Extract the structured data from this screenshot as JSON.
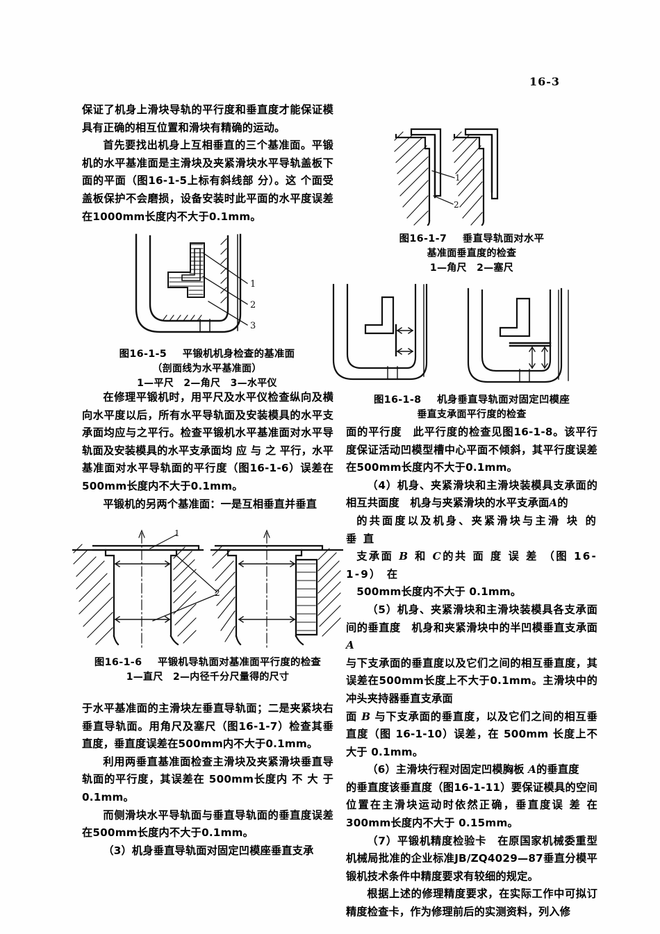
{
  "page": {
    "number": "16-3"
  },
  "left_column": {
    "paragraphs": [
      "保证了机身上滑块导轨的平行度和垂直度才能保证模具有正确的相互位置和滑块有精确的运动。",
      "首先要找出机身上互相垂直的三个基准面。平锻机的水平基准面是主滑块及夹紧滑块水平导轨盖板下面的平面（图16-1-5上标有斜线部 分）。这 个面受盖板保护不会磨损，设备安装时此平面的水平度误差在1000mm长度内不大于0.1mm。"
    ],
    "paragraphs2": [
      "在修理平锻机时，用平尺及水平仪检查纵向及横向水平度以后，所有水平导轨面及安装模具的水平支承面均应与之平行。检查平锻机水平基准面对水平导轨面及安装模具的水平支承面均 应 与 之 平行，水平基准面对水平导轨面的平行度（图16-1-6）误差在500mm长度内不大于0.1mm。",
      "平锻机的另两个基准面：一是互相垂直并垂直"
    ],
    "paragraphs3": [
      "于水平基准面的主滑块左垂直导轨面；二是夹紧块右垂直导轨面。用角尺及塞尺（图16-1-7）检查其垂直度，垂直度误差在500mm内不大于0.1mm。",
      "利用两垂直基准面检查主滑块及夹紧滑块垂直导轨面的平行度，其误差在 500mm长度内 不 大 于0.1mm。",
      "而侧滑块水平导轨面与垂直导轨面的垂直度误差在500mm长度内不大于0.1mm。",
      "（3）机身垂直导轨面对固定凹模座垂直支承"
    ]
  },
  "right_column": {
    "paragraphs": [
      "面的平行度　此平行度的检查见图16-1-8。该平行度保证活动凹模型槽中心平面不倾斜，其平行度误差在500mm长度内不大于0.1mm。",
      "（4）机身、夹紧滑块和主滑块装模具支承面的相互共面度　机身与夹紧滑块的水平支承面",
      "的共面度以及机身、夹紧滑块与主滑 块 的 垂 直",
      "和",
      "的共 面 度 误 差 （图 16-1-9） 在",
      "500mm长度内不大于 0.1mm。",
      "（5）机身、夹紧滑块和主滑块装模具各支承面间的垂直度　机身和夹紧滑块中的半凹模垂直支承面",
      "与下支承面的垂直度以及它们之间的相互垂直度，其误差在500mm长度上不大于0.1mm。主滑块中的冲头夹持器垂直支承面",
      "与下支承面的垂直度，以及它们之间的相互垂直度（图 16-1-10）误差，在 500mm 长度上不大于 0.1mm。",
      "（6）主滑块行程对固定凹模胸板",
      "的垂直度该垂直度（图16-1-11）要保证模具的空间位置在主滑块运动时依然正确，垂直度误 差 在 300mm长度内不大于 0.15mm。",
      "（7）平锻机精度检验卡　在原国家机械委重型机械局批准的企业标准JB/ZQ4029—87垂直分模平锻机技术条件中精度要求有较细的规定。",
      "根据上述的修理精度要求，在实际工作中可拟订精度检查卡，作为修理前后的实测资料，列入修"
    ],
    "markers": {
      "A": "A",
      "B": "B",
      "C": "C"
    }
  },
  "figures": [
    {
      "id": "fig-16-1-5",
      "number": "图16-1-5",
      "title": "平锻机机身检查的基准面",
      "subtitle": "（剖面线为水平基准面）",
      "legend": "1—平尺　2—角尺　3—水平仪",
      "callouts": [
        "1",
        "2",
        "3"
      ]
    },
    {
      "id": "fig-16-1-6",
      "number": "图16-1-6",
      "title": "平锻机导轨面对基准面平行度的检查",
      "legend": "1—直尺　2—内径千分尺量得的尺寸",
      "callouts": [
        "1",
        "2"
      ]
    },
    {
      "id": "fig-16-1-7",
      "number": "图16-1-7",
      "title": "垂直导轨面对水平",
      "title2": "基准面垂直度的检查",
      "legend": "1—角尺　2—塞尺",
      "callouts": [
        "1",
        "2"
      ]
    },
    {
      "id": "fig-16-1-8",
      "number": "图16-1-8",
      "title": "机身垂直导轨面对固定凹模座",
      "title2": "垂直支承面平行度的检查",
      "callouts": []
    }
  ]
}
